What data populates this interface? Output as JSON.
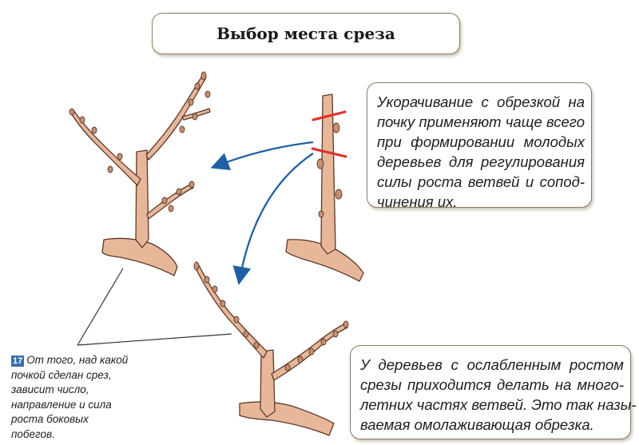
{
  "title": "Выбор места среза",
  "note_top": {
    "lines": [
      "Укорачивание с обрезкой на",
      "почку применяют чаще всего",
      "при формировании молодых",
      "деревьев для регулирования",
      "силы роста ветвей и сопод-",
      "чинения их."
    ]
  },
  "note_bottom": {
    "lines": [
      "У деревьев с ослабленным ростом",
      "срезы приходится делать на много-",
      "летних частях ветвей. Это так назы-",
      "ваемая омолаживающая обрезка."
    ]
  },
  "caption": {
    "number": "17",
    "lines": [
      "От того, над какой",
      "почкой сделан срез,",
      "зависит число,",
      "направление и сила",
      "роста боковых",
      "побегов."
    ]
  },
  "colors": {
    "bark": "#e8b79a",
    "bark_outline": "#5a3a2a",
    "arrow": "#1f5fa3",
    "cut_mark": "#e0302a",
    "box_border": "#8a7a5e"
  }
}
